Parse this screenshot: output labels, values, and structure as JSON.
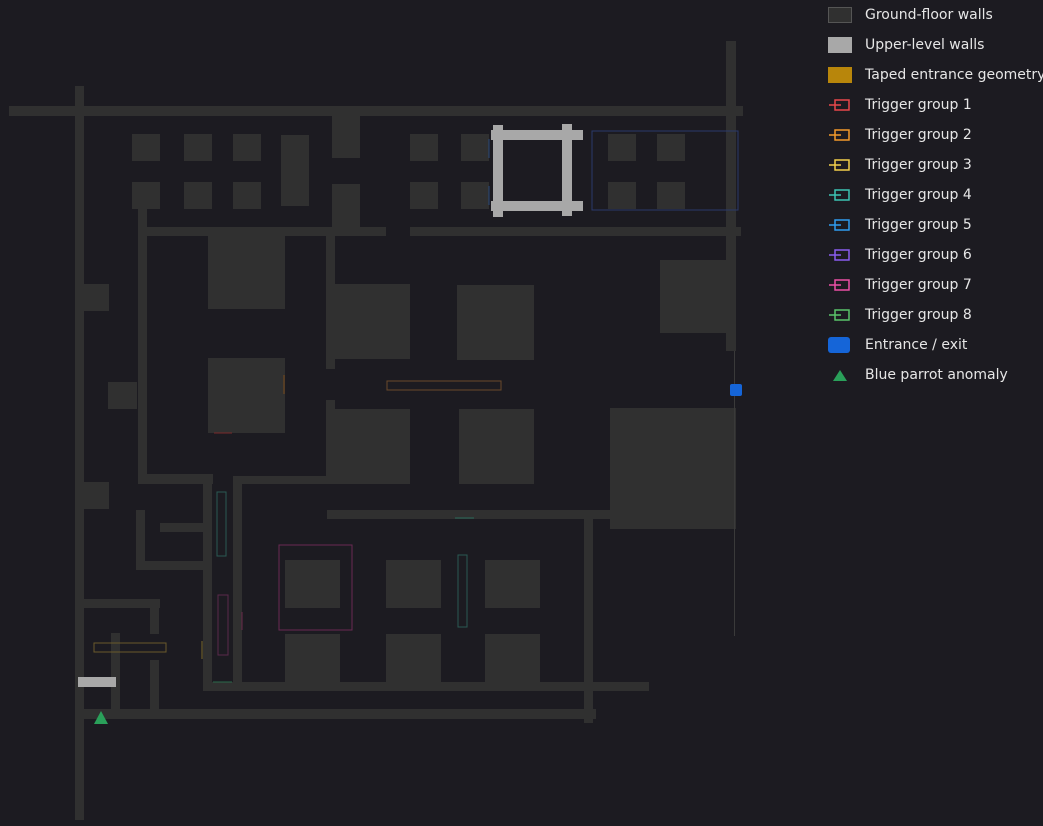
{
  "legend": {
    "items": [
      {
        "key": "ground",
        "label": "Ground-floor walls",
        "type": "wall",
        "color": "#303030"
      },
      {
        "key": "upper",
        "label": "Upper-level walls",
        "type": "upper",
        "color": "#a8a8a8"
      },
      {
        "key": "tape",
        "label": "Taped entrance geometry",
        "type": "tape",
        "color": "#b8860b"
      },
      {
        "key": "t1",
        "label": "Trigger group 1",
        "type": "trigger",
        "color": "#e8484a"
      },
      {
        "key": "t2",
        "label": "Trigger group 2",
        "type": "trigger",
        "color": "#f39a2a"
      },
      {
        "key": "t3",
        "label": "Trigger group 3",
        "type": "trigger",
        "color": "#f3cf4a"
      },
      {
        "key": "t4",
        "label": "Trigger group 4",
        "type": "trigger",
        "color": "#3cc4b4"
      },
      {
        "key": "t5",
        "label": "Trigger group 5",
        "type": "trigger",
        "color": "#2f9cf0"
      },
      {
        "key": "t6",
        "label": "Trigger group 6",
        "type": "trigger",
        "color": "#8a5cf0"
      },
      {
        "key": "t7",
        "label": "Trigger group 7",
        "type": "trigger",
        "color": "#ec4fa6"
      },
      {
        "key": "t8",
        "label": "Trigger group 8",
        "type": "trigger",
        "color": "#5ac46a"
      },
      {
        "key": "exit",
        "label": "Entrance / exit",
        "type": "exit",
        "color": "#1565d8"
      },
      {
        "key": "anomaly",
        "label": "Blue parrot anomaly",
        "type": "anomaly",
        "color": "#2aa05a"
      }
    ]
  },
  "colors": {
    "background": "#1c1b21",
    "wall": "#303030",
    "upper": "#a8a8a8",
    "tape": "#8a6a2a",
    "exit": "#1565d8",
    "anomaly": "#2aa05a"
  }
}
